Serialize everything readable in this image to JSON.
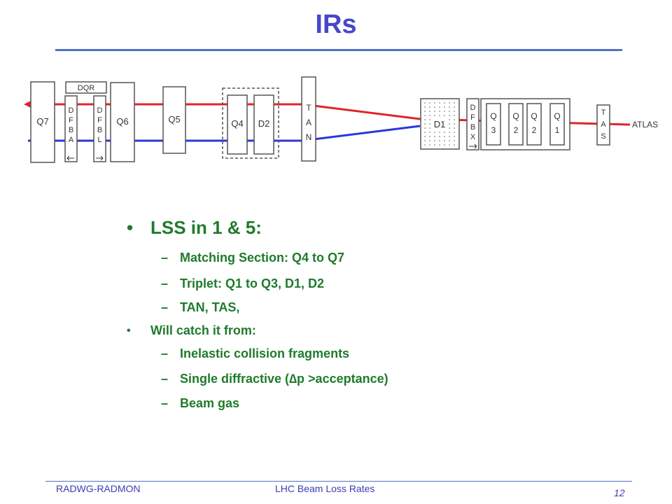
{
  "slide": {
    "title": "IRs"
  },
  "diagram": {
    "labels": {
      "dqr": "DQR",
      "q7": "Q7",
      "dfba": [
        "D",
        "F",
        "B",
        "A"
      ],
      "dfbl": [
        "D",
        "F",
        "B",
        "L"
      ],
      "q6": "Q6",
      "q5": "Q5",
      "q4": "Q4",
      "d2": "D2",
      "tan": [
        "T",
        "A",
        "N"
      ],
      "d1": "D1",
      "dfbx": [
        "D",
        "F",
        "B",
        "X"
      ],
      "q3": [
        "Q",
        "3"
      ],
      "q2a": [
        "Q",
        "2"
      ],
      "q2b": [
        "Q",
        "2"
      ],
      "q1": [
        "Q",
        "1"
      ],
      "tas": [
        "T",
        "A",
        "S"
      ],
      "atlas": "ATLAS"
    },
    "colors": {
      "beam1": "#e0242a",
      "beam2": "#2a37d8",
      "box_stroke": "#555555",
      "box_fill": "#ffffff"
    }
  },
  "content": {
    "main_bullet": "LSS in 1 & 5:",
    "sub_items": [
      "Matching Section: Q4 to Q7",
      "Triplet: Q1 to Q3, D1, D2",
      "TAN, TAS,"
    ],
    "second_bullet": "Will catch it from:",
    "second_items": [
      "Inelastic collision fragments",
      "Single diffractive (∆p >acceptance)",
      "Beam gas"
    ],
    "dash": "–",
    "dot": "•"
  },
  "footer": {
    "left": "RADWG-RADMON",
    "center": "LHC Beam Loss Rates",
    "page": "12"
  }
}
